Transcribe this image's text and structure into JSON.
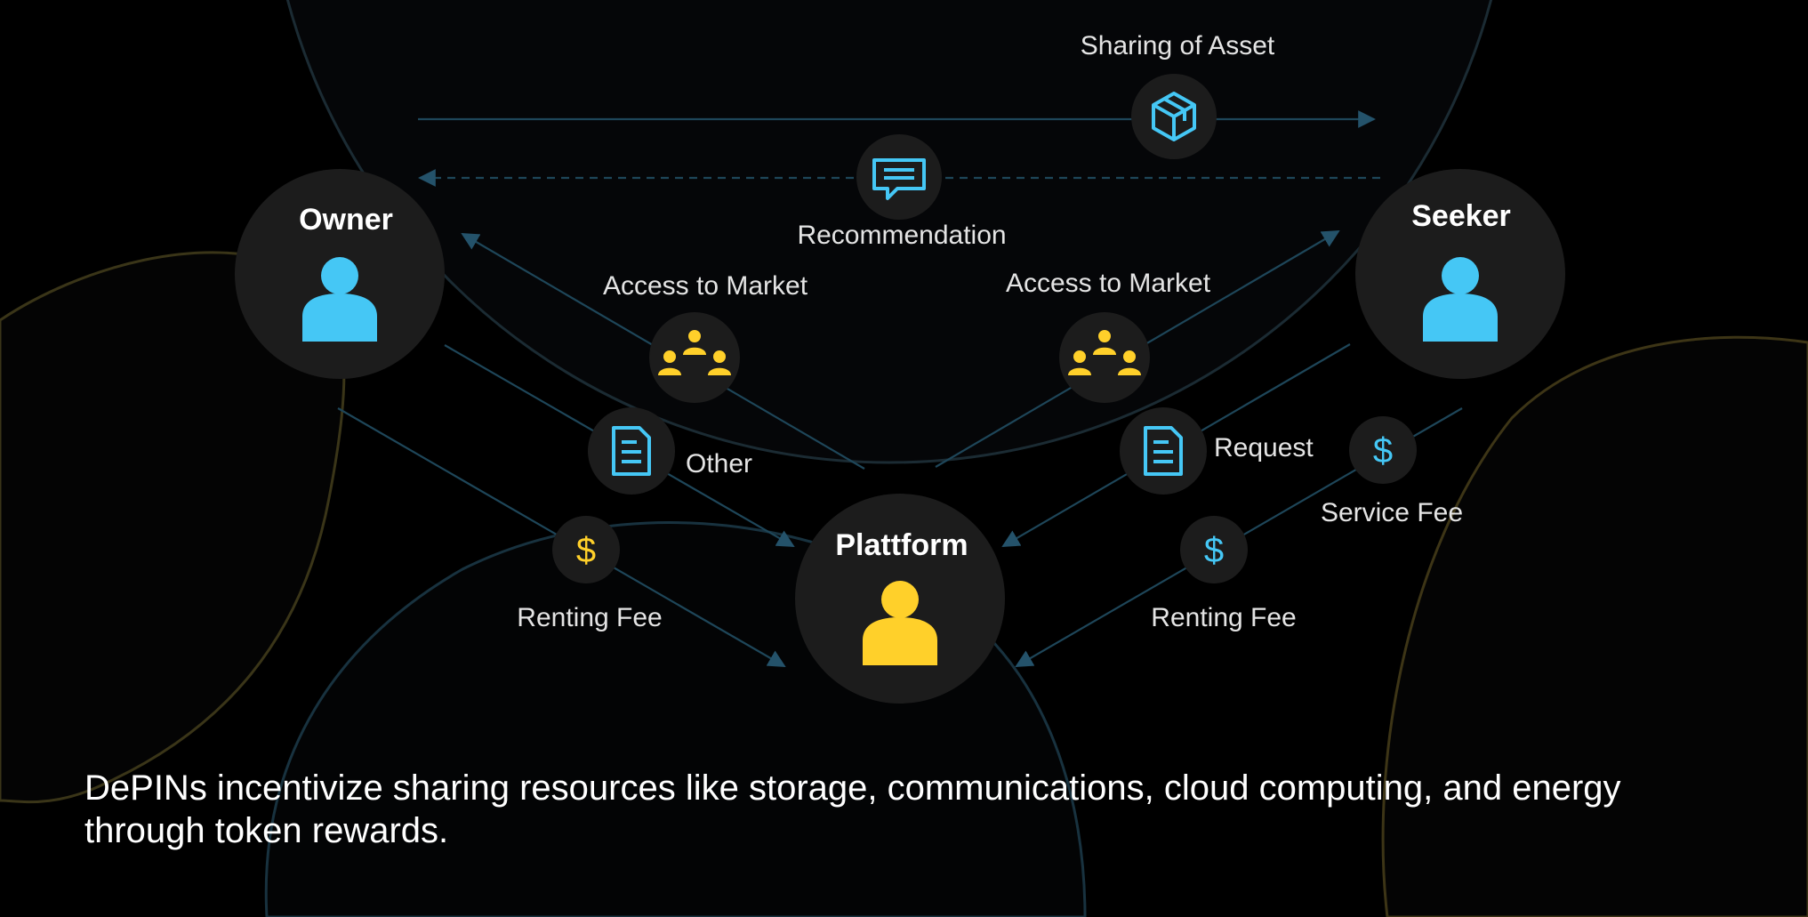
{
  "nodes": {
    "owner": {
      "title": "Owner"
    },
    "seeker": {
      "title": "Seeker"
    },
    "platform": {
      "title": "Plattform"
    }
  },
  "labels": {
    "sharing_of_asset": "Sharing of Asset",
    "recommendation": "Recommendation",
    "access_to_market_left": "Access to Market",
    "access_to_market_right": "Access to Market",
    "other": "Other",
    "request": "Request",
    "renting_fee_left": "Renting Fee",
    "renting_fee_right": "Renting Fee",
    "service_fee": "Service Fee"
  },
  "caption": "DePINs incentivize sharing resources like storage, communications, cloud computing, and energy through token rewards.",
  "icons": {
    "person": "person-icon",
    "box": "box-icon",
    "chat": "chat-icon",
    "group": "group-icon",
    "document": "document-icon",
    "dollar": "dollar-icon"
  },
  "colors": {
    "background": "#000000",
    "node_fill": "#1c1c1c",
    "accent_blue": "#45c7f5",
    "accent_yellow": "#ffd02a",
    "line": "#1e4659",
    "text": "#ffffff"
  }
}
